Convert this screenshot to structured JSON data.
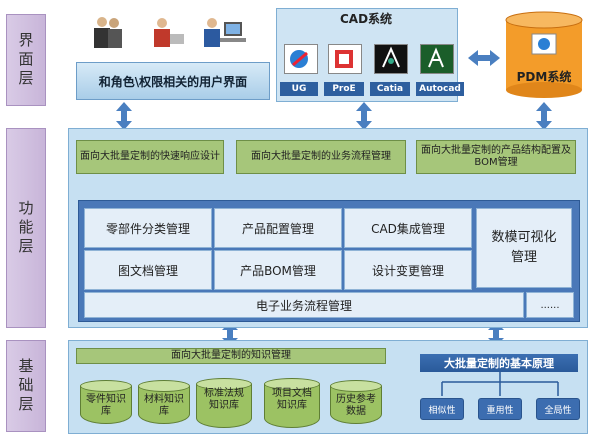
{
  "layers": {
    "interface": "界面层",
    "function": "功能层",
    "base": "基础层"
  },
  "interface": {
    "user_ui": "和角色\\权限相关的用户界面",
    "cad_title": "CAD系统",
    "cad_tools": [
      "UG",
      "ProE",
      "Catia",
      "Autocad"
    ],
    "pdm": "PDM系统"
  },
  "function": {
    "top_boxes": [
      "面向大批量定制的快速响应设计",
      "面向大批量定制的业务流程管理",
      "面向大批量定制的产品结构配置及BOM管理"
    ],
    "modules": [
      "零部件分类管理",
      "产品配置管理",
      "CAD集成管理",
      "图文档管理",
      "产品BOM管理",
      "设计变更管理"
    ],
    "visual": "数模可视化管理",
    "workflow": "电子业务流程管理",
    "more": "......"
  },
  "base": {
    "knowledge_title": "面向大批量定制的知识管理",
    "databases": [
      "零件知识库",
      "材料知识库",
      "标准法规知识库",
      "项目文档知识库",
      "历史参考数据"
    ],
    "principle_title": "大批量定制的基本原理",
    "principles": [
      "相似性",
      "重用性",
      "全局性"
    ]
  },
  "colors": {
    "panel": "#c6e0f2",
    "frame": "#4a78b8",
    "green": "#a6c67a",
    "pdm": "#f39c2a",
    "layer": "#d9cbe6"
  }
}
